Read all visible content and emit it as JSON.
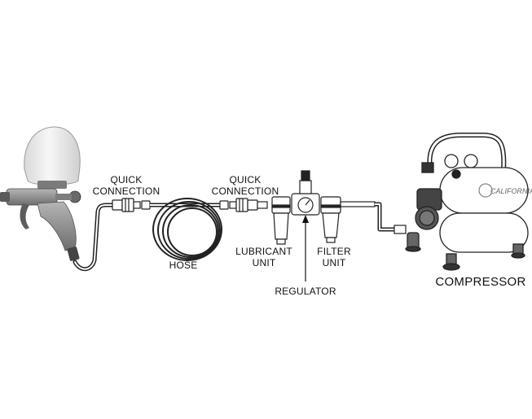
{
  "diagram": {
    "labels": {
      "quick_connection_left": [
        "QUICK",
        "CONNECTION"
      ],
      "quick_connection_right": [
        "QUICK",
        "CONNECTION"
      ],
      "hose": "HOSE",
      "lubricant_unit": [
        "LUBRICANT",
        "UNIT"
      ],
      "filter_unit": [
        "FILTER",
        "UNIT"
      ],
      "regulator": "REGULATOR",
      "compressor": "COMPRESSOR"
    },
    "colors": {
      "line": "#222222",
      "gun_body": "#8a8a8a",
      "cup": "#eeeeee",
      "background": "#ffffff"
    }
  }
}
